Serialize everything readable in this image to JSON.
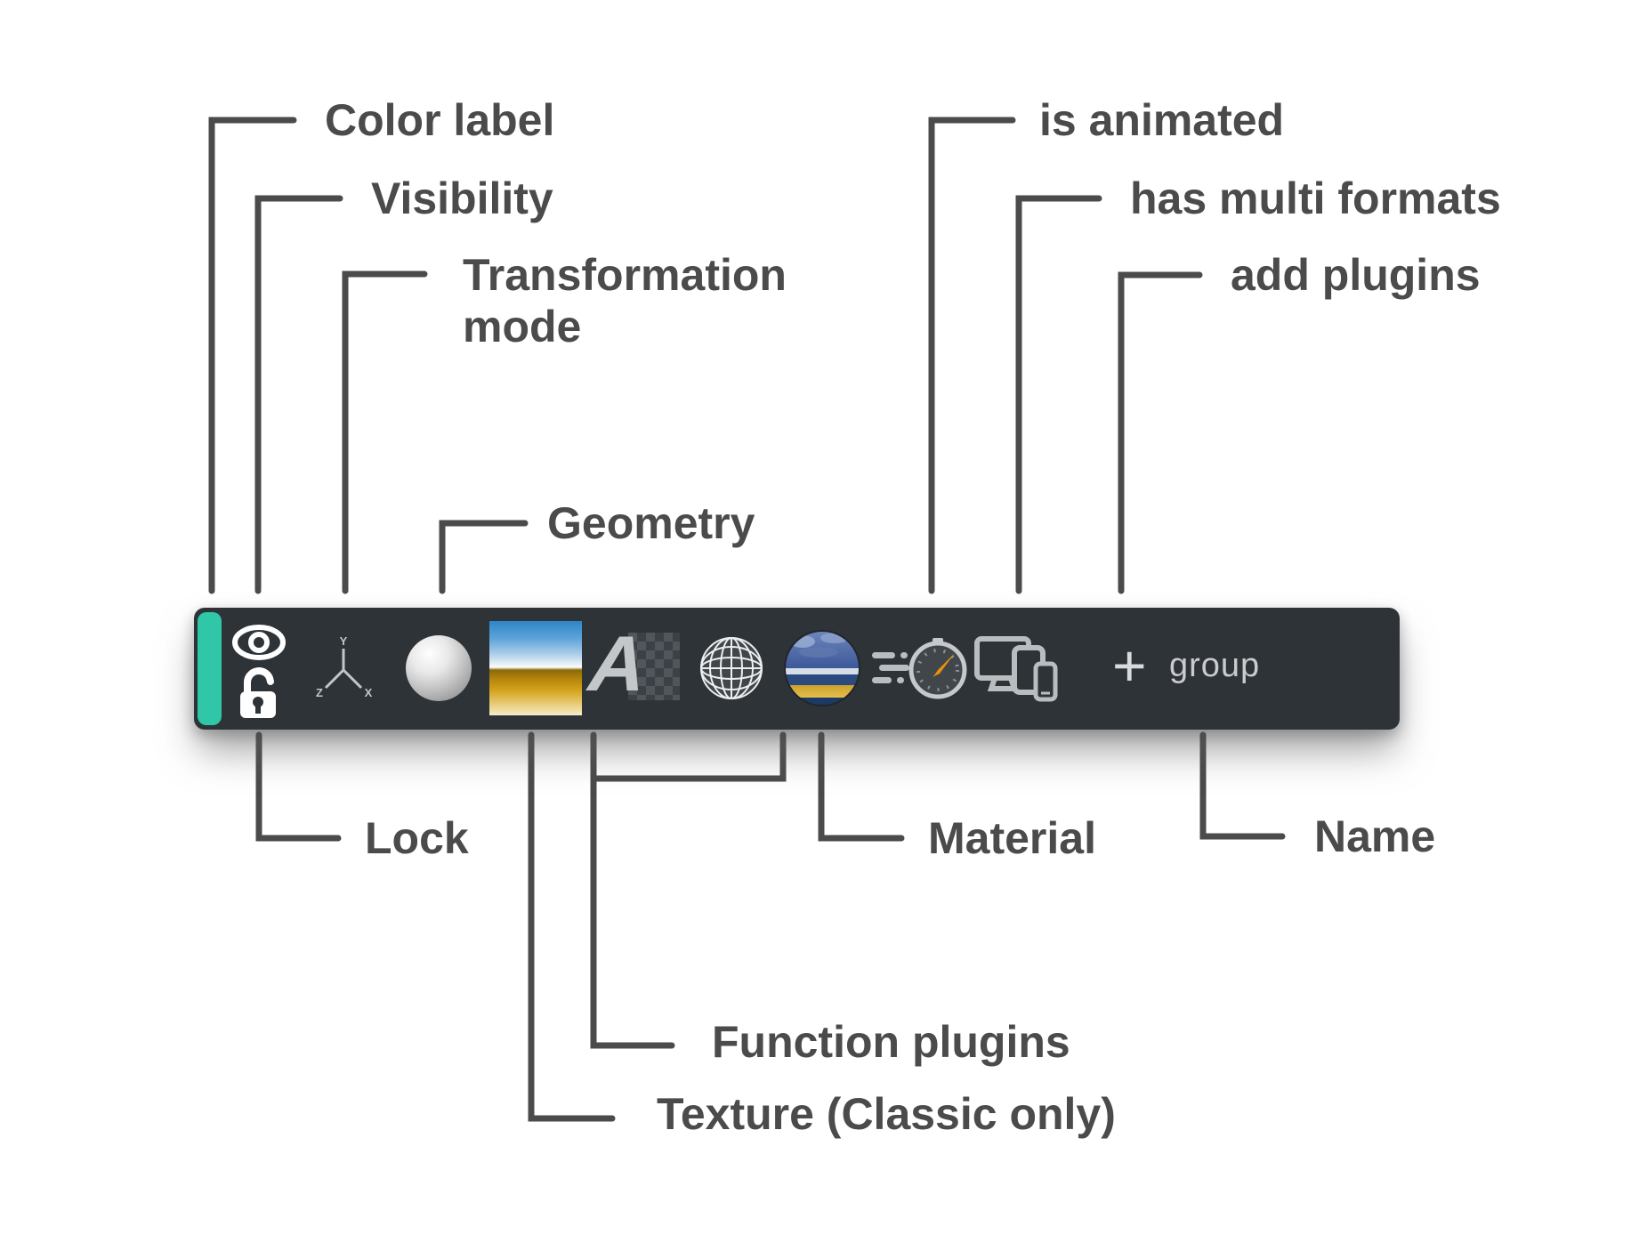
{
  "callouts": {
    "top": [
      {
        "id": "color-label",
        "label": "Color label"
      },
      {
        "id": "visibility",
        "label": "Visibility"
      },
      {
        "id": "transformation-mode",
        "label": "Transformation mode"
      },
      {
        "id": "geometry",
        "label": "Geometry"
      },
      {
        "id": "is-animated",
        "label": "is animated"
      },
      {
        "id": "has-multi-formats",
        "label": "has multi formats"
      },
      {
        "id": "add-plugins",
        "label": "add plugins"
      }
    ],
    "bottom": [
      {
        "id": "lock",
        "label": "Lock"
      },
      {
        "id": "texture",
        "label": "Texture (Classic only)"
      },
      {
        "id": "function-plugins",
        "label": "Function plugins"
      },
      {
        "id": "material",
        "label": "Material"
      },
      {
        "id": "name",
        "label": "Name"
      }
    ]
  },
  "toolbar": {
    "group_name": "group",
    "add_plugin_symbol": "+",
    "function_plugin_letter": "A",
    "axes": {
      "y": "Y",
      "z": "Z",
      "x": "X"
    },
    "colors": {
      "bar_bg": "#2e3338",
      "color_label_strip": "#2fc7a7",
      "callout_line": "#4b4b4b",
      "callout_text": "#4b4b4b",
      "icon_light": "#c9ccce",
      "needle_orange": "#e8920c"
    }
  }
}
